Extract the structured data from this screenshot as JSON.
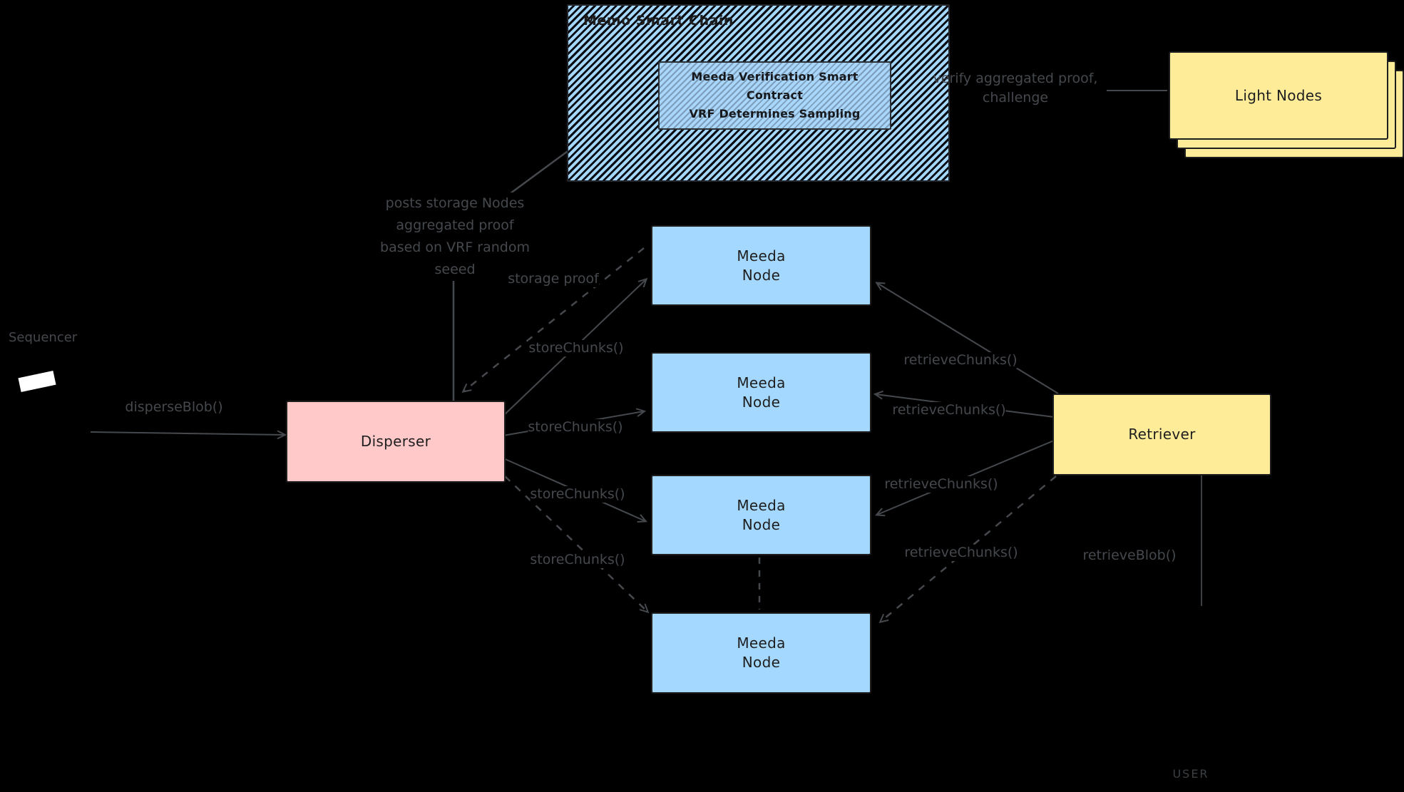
{
  "chain": {
    "title": "Memo Smart Chain",
    "contract_lines": [
      "Meeda Verification Smart",
      "Contract",
      "VRF Determines Sampling"
    ]
  },
  "light_nodes": {
    "label": "Light Nodes"
  },
  "verify_label": {
    "line1": "verify aggregated proof,",
    "line2": "challenge"
  },
  "sequencer": {
    "label": "Sequencer"
  },
  "disperser": {
    "label": "Disperser"
  },
  "retriever": {
    "label": "Retriever"
  },
  "meeda_node": {
    "line1": "Meeda",
    "line2": "Node"
  },
  "labels": {
    "disperse_blob": "disperseBlob()",
    "store_chunks": "storeChunks()",
    "storage_proof": "storage proof",
    "retrieve_chunks": "retrieveChunks()",
    "retrieve_blob": "retrieveBlob()",
    "user": "USER",
    "posts_proof": [
      "posts storage Nodes",
      "aggregated proof",
      "based on VRF random",
      "seeed"
    ]
  },
  "colors": {
    "background": "#000000",
    "node_blue": "#a5d8ff",
    "disperser_pink": "#ffc9c9",
    "retriever_yellow": "#ffec99",
    "shape_stroke": "#1e1e1e",
    "wire_gray": "#45494e",
    "sequencer_white": "#ffffff"
  }
}
